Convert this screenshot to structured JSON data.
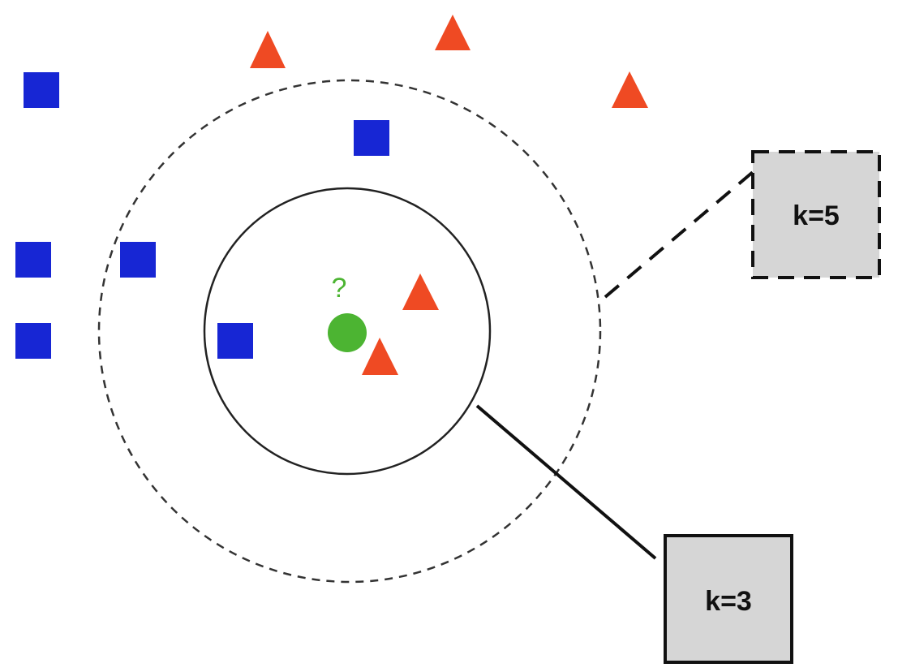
{
  "colors": {
    "class_a": "#1726d4",
    "class_b": "#ef4a23",
    "query": "#4cb432",
    "box_fill": "#d6d6d6",
    "stroke": "#111111"
  },
  "query": {
    "label": "?",
    "icon": "green-circle"
  },
  "classes": [
    {
      "key": "class_a",
      "icon": "blue-square",
      "count": 6
    },
    {
      "key": "class_b",
      "icon": "red-triangle",
      "count": 5
    }
  ],
  "neighborhoods": {
    "k3": {
      "label": "k=3",
      "style": "solid"
    },
    "k5": {
      "label": "k=5",
      "style": "dashed"
    }
  }
}
